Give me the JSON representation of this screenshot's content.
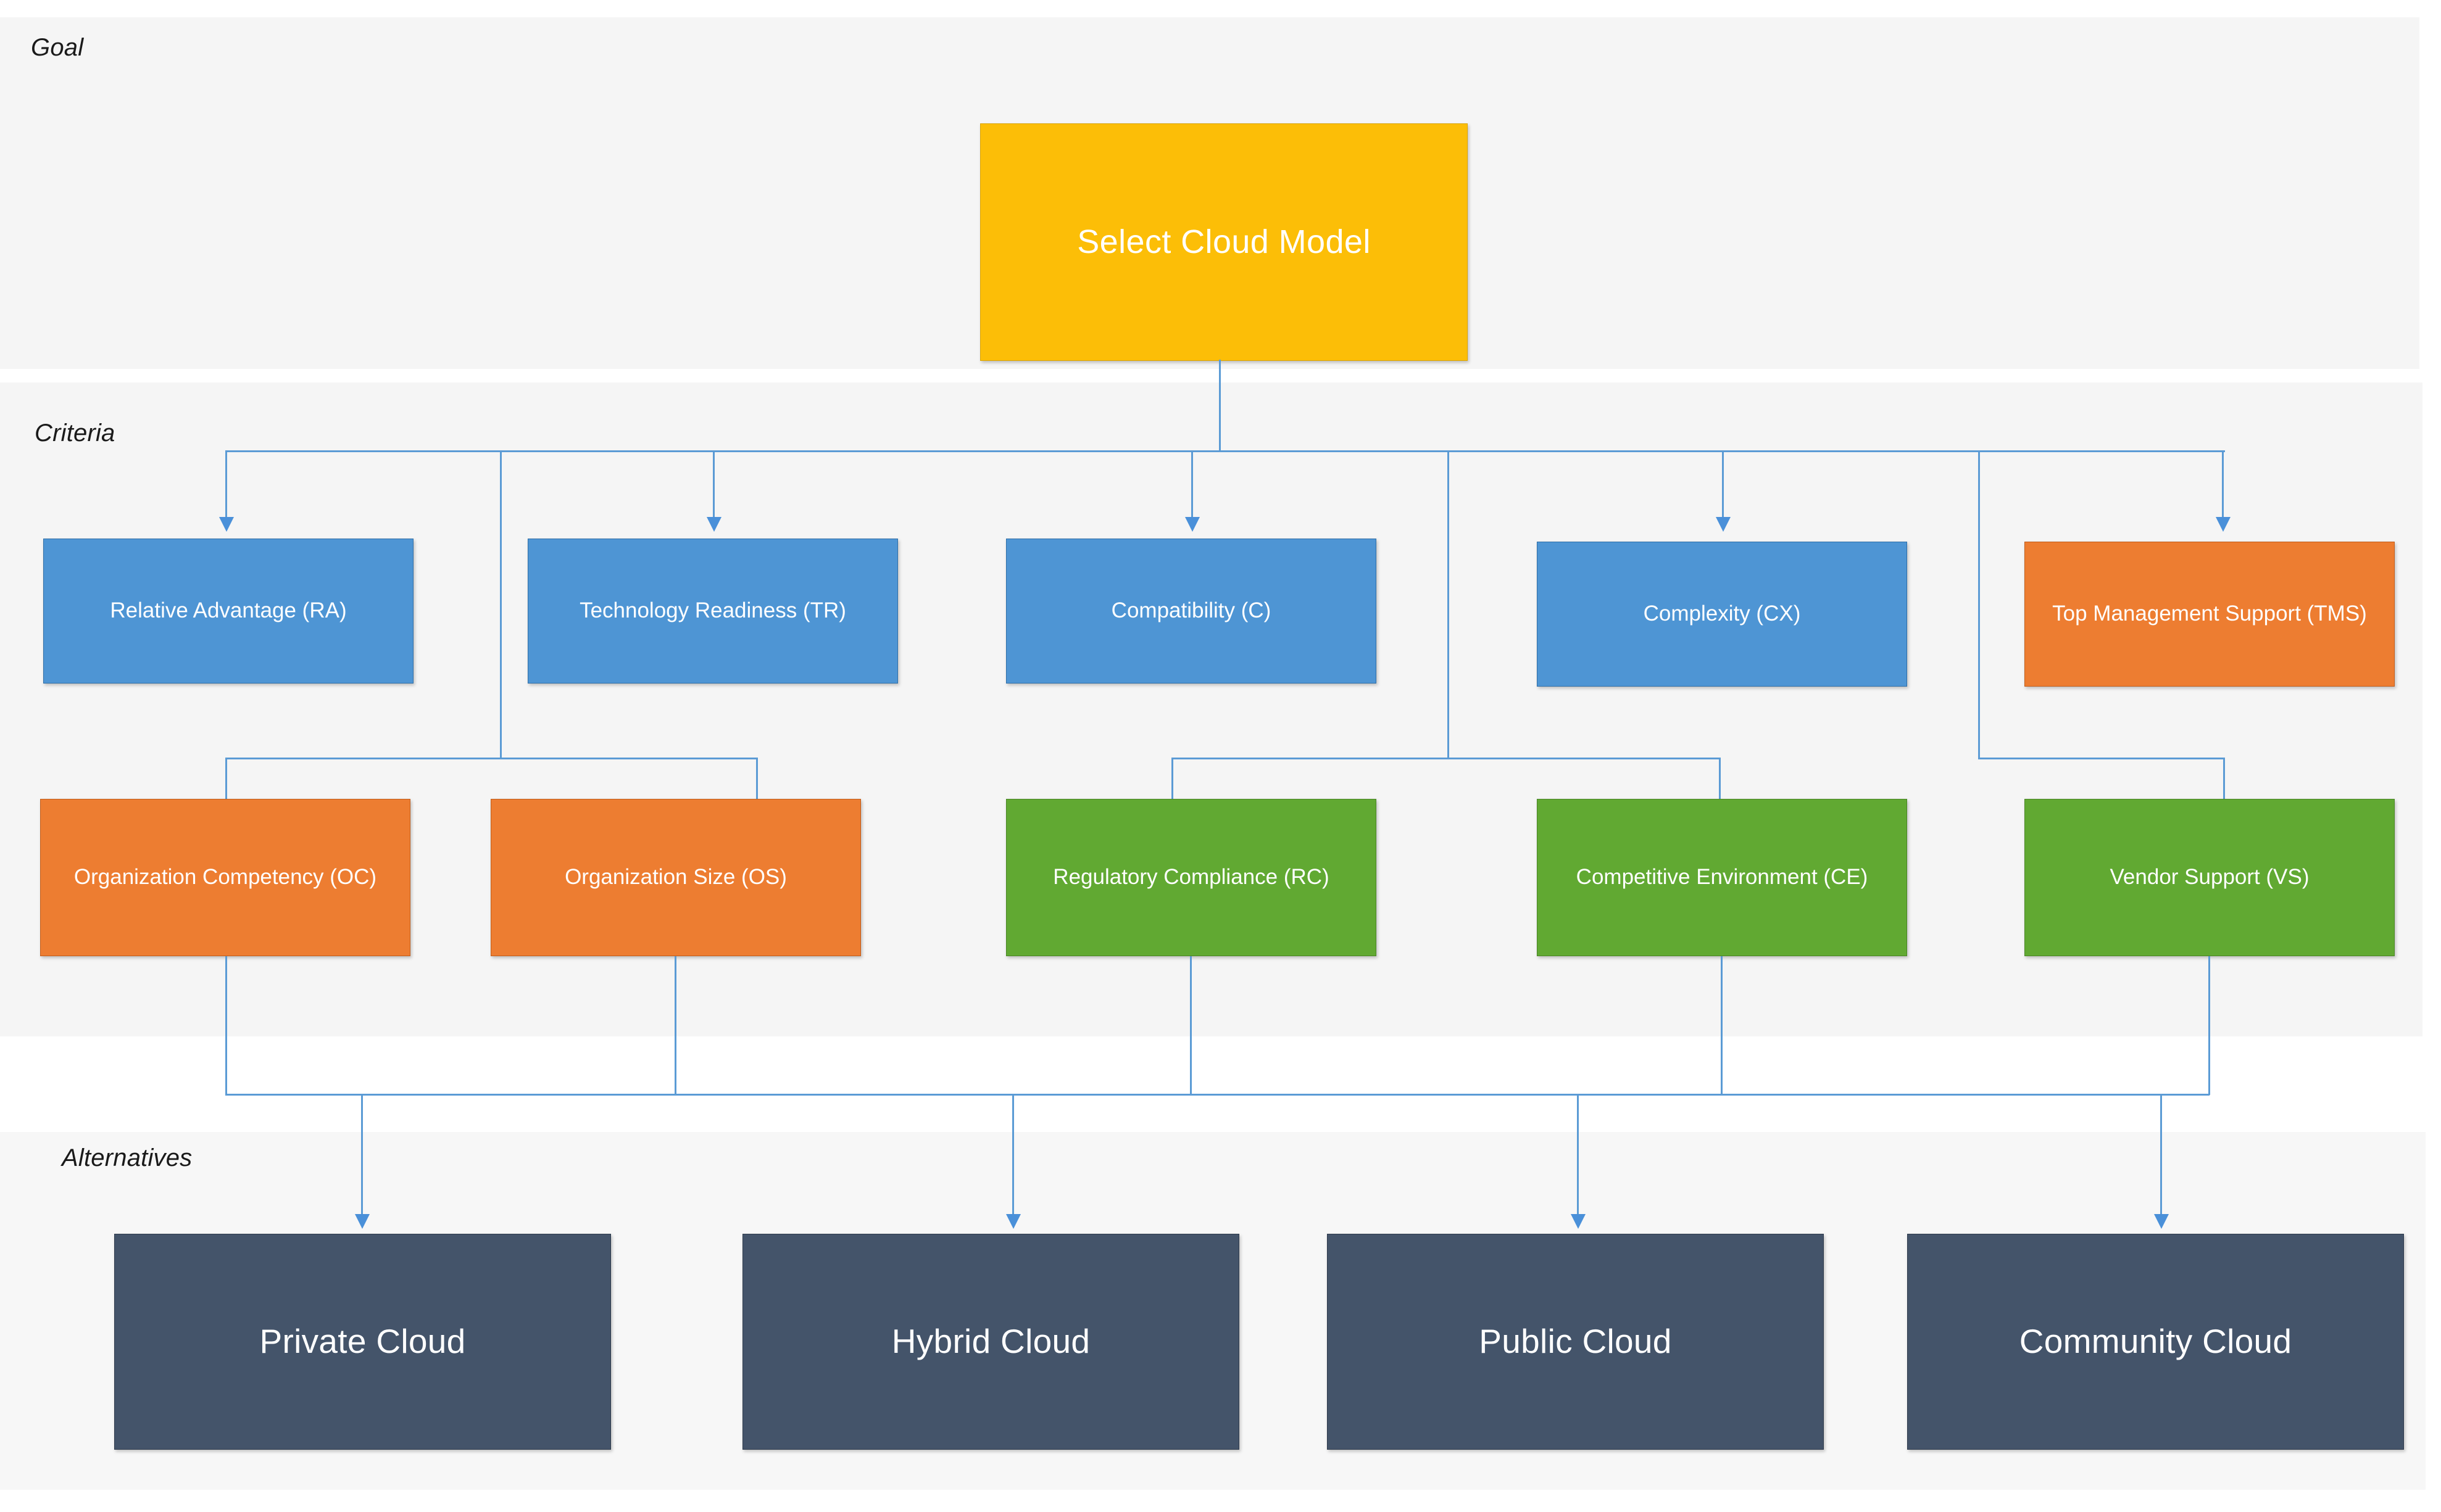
{
  "bands": {
    "goal_label": "Goal",
    "criteria_label": "Criteria",
    "alternatives_label": "Alternatives"
  },
  "goal": {
    "label": "Select Cloud Model",
    "color": "#FCBE07"
  },
  "criteria": {
    "row1_color_blue": "#4E95D4",
    "row1_color_orange": "#ED7D31",
    "row2_color_orange": "#ED7D31",
    "row2_color_green": "#61A932",
    "row1": [
      {
        "label": "Relative Advantage (RA)",
        "code": "RA"
      },
      {
        "label": "Technology Readiness (TR)",
        "code": "TR"
      },
      {
        "label": "Compatibility (C)",
        "code": "C"
      },
      {
        "label": "Complexity (CX)",
        "code": "CX"
      },
      {
        "label": "Top Management Support (TMS)",
        "code": "TMS"
      }
    ],
    "row2": [
      {
        "label": "Organization Competency (OC)",
        "code": "OC"
      },
      {
        "label": "Organization Size (OS)",
        "code": "OS"
      },
      {
        "label": "Regulatory Compliance (RC)",
        "code": "RC"
      },
      {
        "label": "Competitive Environment (CE)",
        "code": "CE"
      },
      {
        "label": "Vendor Support (VS)",
        "code": "VS"
      }
    ]
  },
  "alternatives": {
    "color": "#44546A",
    "items": [
      {
        "label": "Private Cloud"
      },
      {
        "label": "Hybrid Cloud"
      },
      {
        "label": "Public Cloud"
      },
      {
        "label": "Community Cloud"
      }
    ]
  },
  "connector_color": "#5B9BD5"
}
